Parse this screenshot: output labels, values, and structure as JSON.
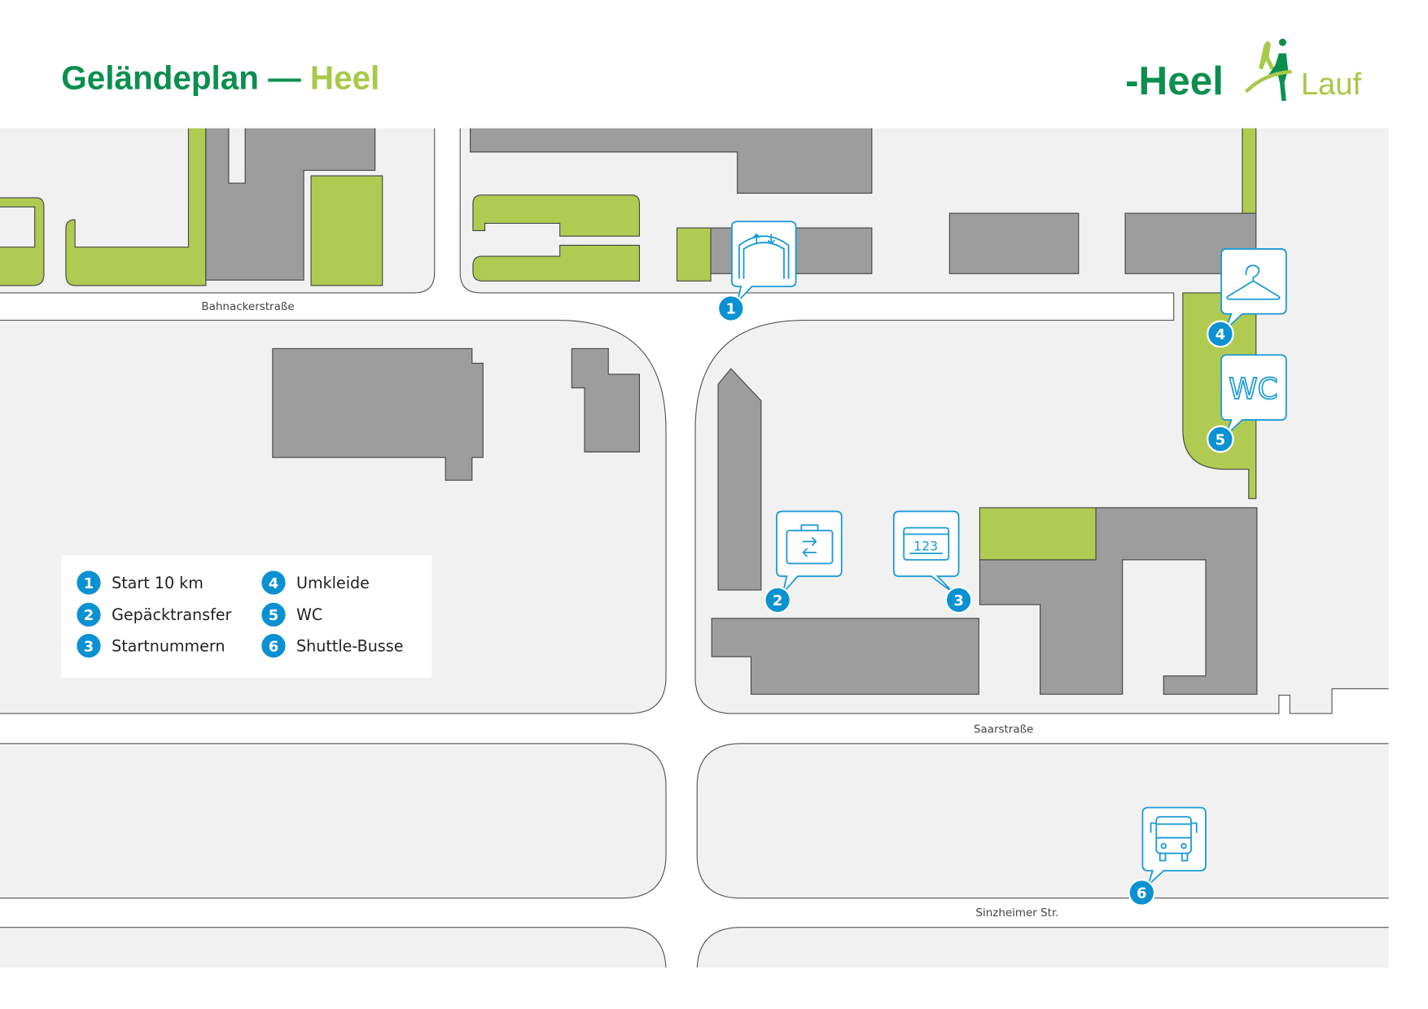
{
  "header": {
    "title_main": "Geländeplan — ",
    "title_accent": "Heel",
    "logo_brand": "-Heel",
    "logo_event": "Lauf"
  },
  "colors": {
    "brand_green": "#0b8f4f",
    "accent_lime": "#a8c94a",
    "marker_blue": "#0a91d2",
    "building_gray": "#9d9d9d",
    "green_area": "#b1cb52"
  },
  "streets": {
    "bahnacker": "Bahnackerstraße",
    "saar": "Saarstraße",
    "sinzheimer": "Sinzheimer Str."
  },
  "markers": [
    {
      "number": "1",
      "icon": "start-gate-icon"
    },
    {
      "number": "2",
      "icon": "luggage-transfer-icon"
    },
    {
      "number": "3",
      "icon": "start-number-icon",
      "sign": "123"
    },
    {
      "number": "4",
      "icon": "hanger-icon"
    },
    {
      "number": "5",
      "icon": "wc-icon",
      "sign": "WC"
    },
    {
      "number": "6",
      "icon": "bus-icon"
    }
  ],
  "legend": [
    {
      "number": "1",
      "label": "Start 10 km"
    },
    {
      "number": "2",
      "label": "Gepäcktransfer"
    },
    {
      "number": "3",
      "label": "Startnummern"
    },
    {
      "number": "4",
      "label": "Umkleide"
    },
    {
      "number": "5",
      "label": "WC"
    },
    {
      "number": "6",
      "label": "Shuttle-Busse"
    }
  ]
}
